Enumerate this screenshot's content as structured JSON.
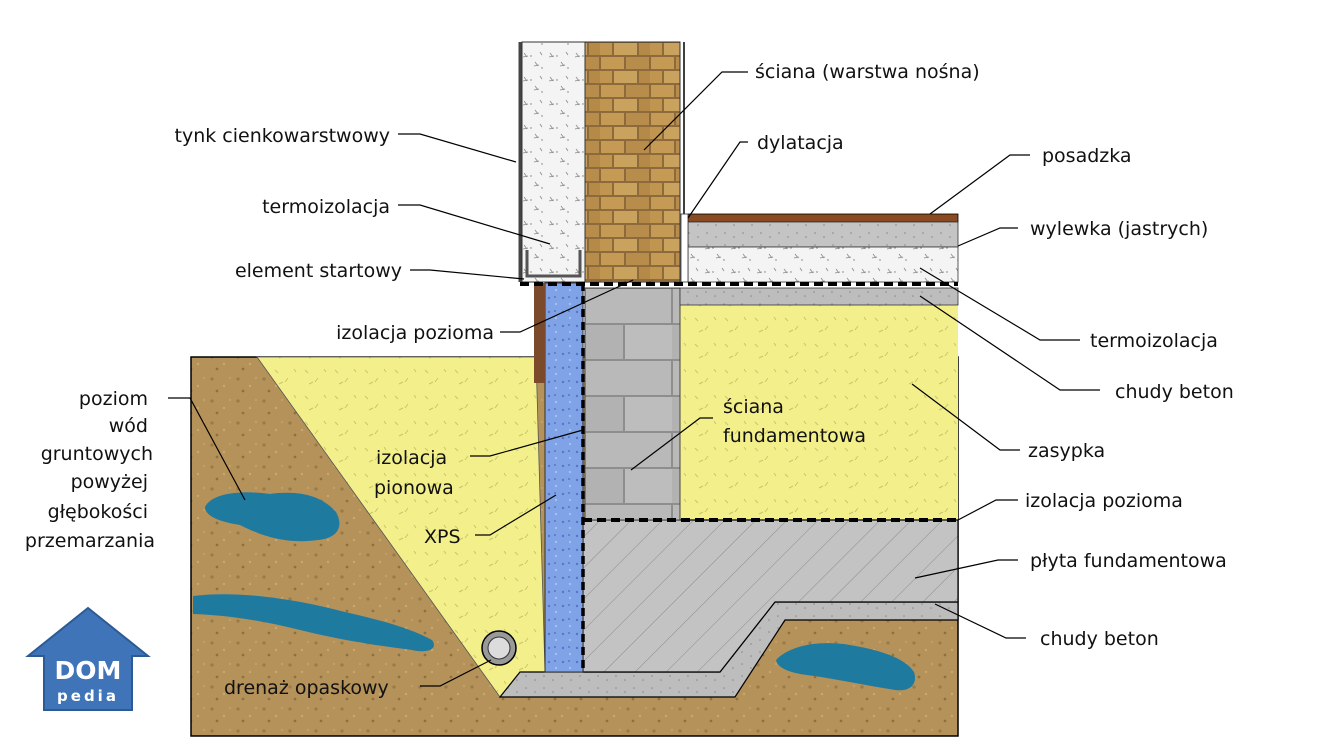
{
  "labels": {
    "wall_bearing": "ściana (warstwa nośna)",
    "thin_plaster": "tynk cienkowarstwowy",
    "dilatation": "dylatacja",
    "floor_finish": "posadzka",
    "thermal_insulation_wall": "termoizolacja",
    "screed": "wylewka (jastrych)",
    "starter_element": "element startowy",
    "horizontal_insulation_top": "izolacja pozioma",
    "thermal_insulation_floor": "termoizolacja",
    "lean_concrete_floor": "chudy beton",
    "groundwater_line1": "poziom",
    "groundwater_line2": "wód",
    "groundwater_line3": "gruntowych",
    "groundwater_line4": "powyżej",
    "groundwater_line5": "głębokości",
    "groundwater_line6": "przemarzania",
    "vertical_insulation_line1": "izolacja",
    "vertical_insulation_line2": "pionowa",
    "foundation_wall_line1": "ściana",
    "foundation_wall_line2": "fundamentowa",
    "backfill": "zasypka",
    "xps": "XPS",
    "horizontal_insulation_bottom": "izolacja pozioma",
    "foundation_slab": "płyta fundamentowa",
    "drainage": "drenaż opaskowy",
    "lean_concrete_bottom": "chudy beton"
  },
  "logo": {
    "line1": "DOM",
    "line2": "pedia"
  },
  "colors": {
    "soil": "#b4925a",
    "sand_fill": "#f3f08c",
    "xps": "#7fa3e6",
    "brick": "#c49a55",
    "block": "#b7b7b7",
    "slab": "#c3c3c3",
    "lean_concrete": "#bdbdbd",
    "thermal_insulation": "#f4f4f4",
    "floor_finish": "#8a4a22",
    "water": "#1f7aa0",
    "logo_blue": "#3f74b8"
  }
}
